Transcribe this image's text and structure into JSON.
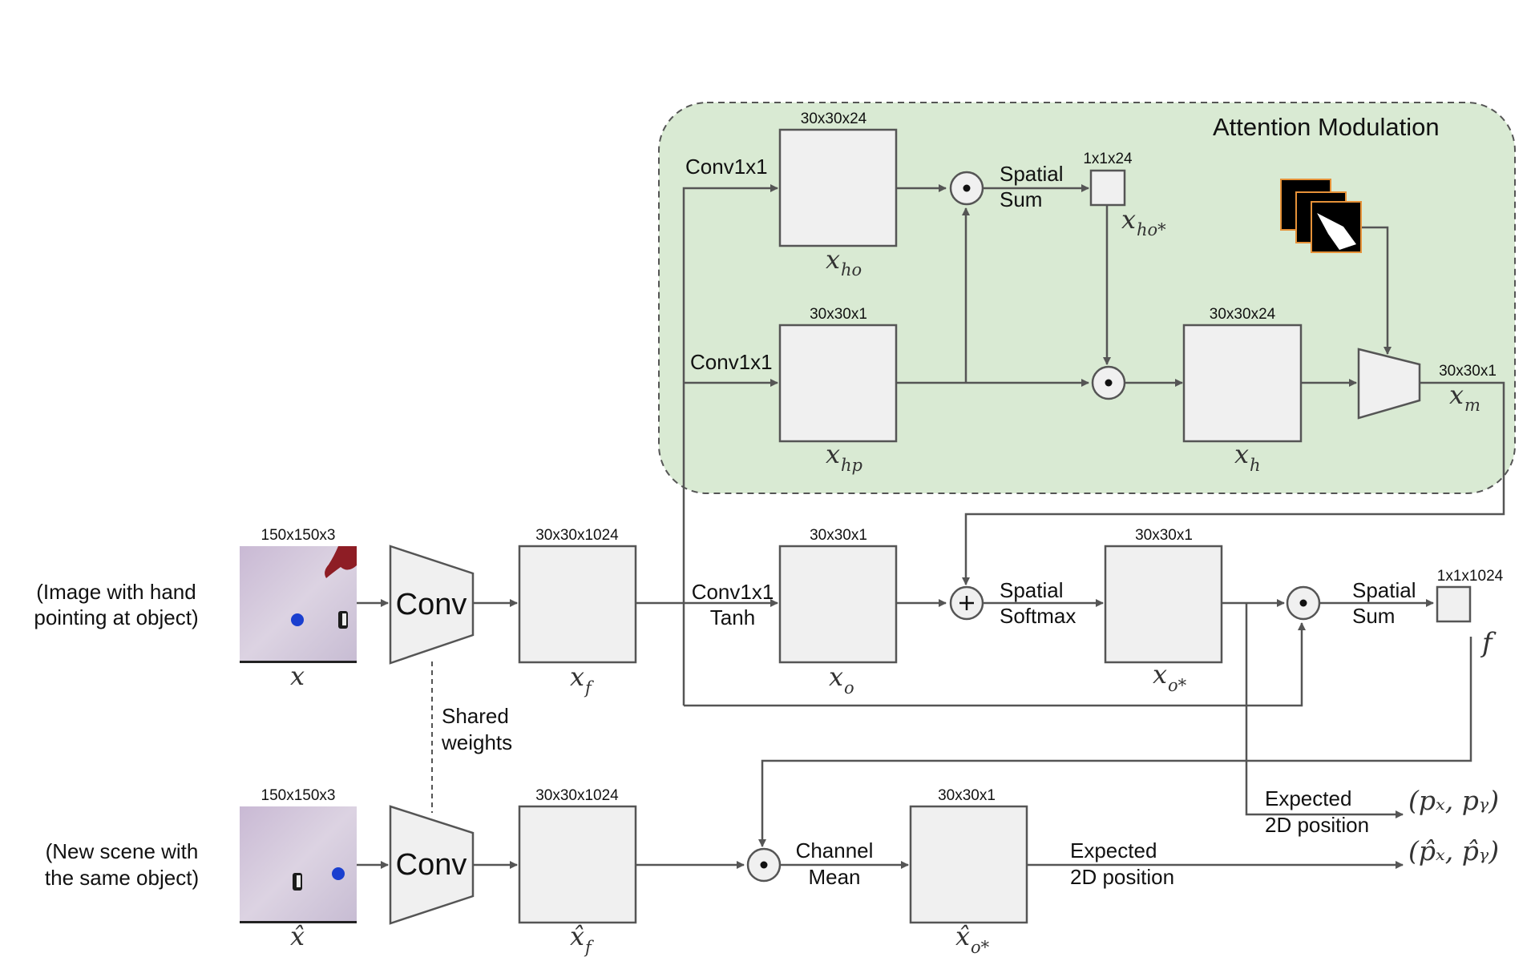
{
  "attention": {
    "title": "Attention Modulation"
  },
  "inputs": [
    {
      "caption": [
        "(Image with hand",
        "pointing at object)"
      ],
      "dims": "150x150x3",
      "symbol": "x"
    },
    {
      "caption": [
        "(New scene with",
        "the same object)"
      ],
      "dims": "150x150x3",
      "symbol": "x̂"
    }
  ],
  "conv": {
    "label": "Conv",
    "shared": [
      "Shared",
      "weights"
    ]
  },
  "blocks": {
    "xf": {
      "dims": "30x30x1024",
      "symbol": "x",
      "sub": "f"
    },
    "xf_hat": {
      "dims": "30x30x1024",
      "symbol": "x̂",
      "sub": "f"
    },
    "xho": {
      "dims": "30x30x24",
      "symbol": "x",
      "sub": "ho"
    },
    "xho_star": {
      "dims": "1x1x24",
      "symbol": "x",
      "sub": "ho*"
    },
    "xhp": {
      "dims": "30x30x1",
      "symbol": "x",
      "sub": "hp"
    },
    "xh": {
      "dims": "30x30x24",
      "symbol": "x",
      "sub": "h"
    },
    "xm": {
      "dims": "30x30x1",
      "symbol": "x",
      "sub": "m"
    },
    "xo": {
      "dims": "30x30x1",
      "symbol": "x",
      "sub": "o"
    },
    "xo_star": {
      "dims": "30x30x1",
      "symbol": "x",
      "sub": "o*"
    },
    "f": {
      "dims": "1x1x1024",
      "symbol": "f"
    },
    "xo_star_hat": {
      "dims": "30x30x1",
      "symbol": "x̂",
      "sub": "o*"
    }
  },
  "ops": {
    "conv1x1_top": "Conv1x1",
    "conv1x1_mid": "Conv1x1",
    "conv1x1_tanh": [
      "Conv1x1",
      "Tanh"
    ],
    "spatial_sum_top": [
      "Spatial",
      "Sum"
    ],
    "spatial_softmax": [
      "Spatial",
      "Softmax"
    ],
    "spatial_sum_main": [
      "Spatial",
      "Sum"
    ],
    "channel_mean": [
      "Channel",
      "Mean"
    ],
    "expected_top": [
      "Expected",
      "2D position"
    ],
    "expected_bottom": [
      "Expected",
      "2D position"
    ]
  },
  "outputs": {
    "p": "(pₓ, pᵧ)",
    "p_hat": "(p̂ₓ, p̂ᵧ)"
  },
  "colors": {
    "attention_bg": "#d9ead3",
    "block_fill": "#f0f0f0",
    "stroke": "#555555",
    "mask_border": "#e69138",
    "blue_object": "#1a3fcf"
  }
}
